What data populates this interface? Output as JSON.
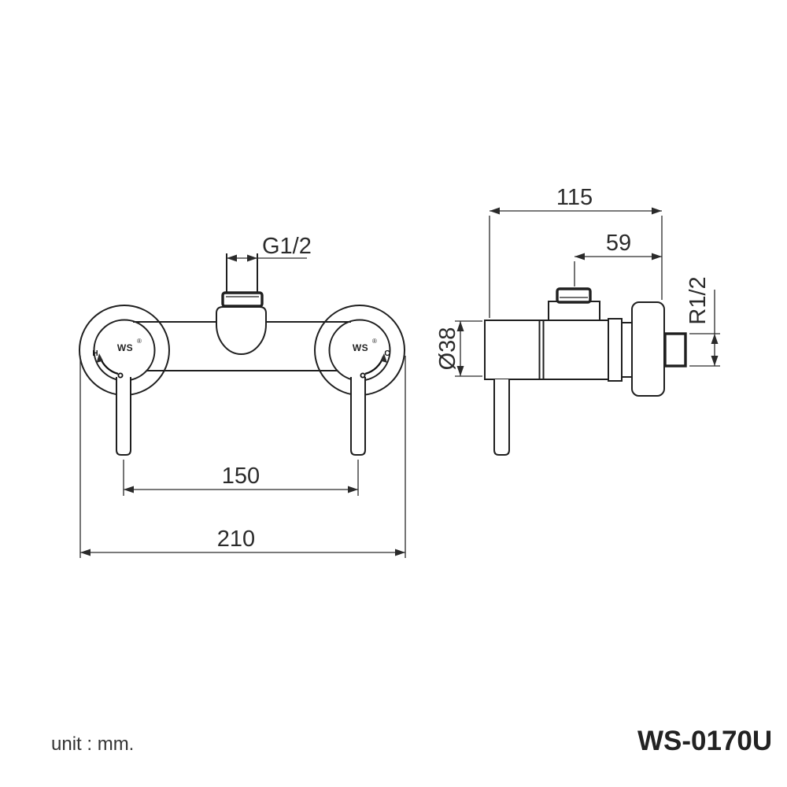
{
  "drawing": {
    "model": "WS-0170U",
    "unit_note": "unit : mm.",
    "brand": {
      "logo": "WS",
      "registered": "®"
    },
    "front_view": {
      "dim_top_thread": "G1/2",
      "dim_handle_spacing": "150",
      "dim_overall_width": "210",
      "hot_label": "H",
      "cold_label": "C"
    },
    "side_view": {
      "dim_overall_depth": "115",
      "dim_inlet_offset": "59",
      "dim_body_diameter": "Ø38",
      "dim_outlet_thread": "R1/2"
    },
    "colors": {
      "line": "#1f1f1f",
      "dimension": "#2a2a2a",
      "text": "#2b2b2b",
      "background": "#ffffff"
    }
  }
}
